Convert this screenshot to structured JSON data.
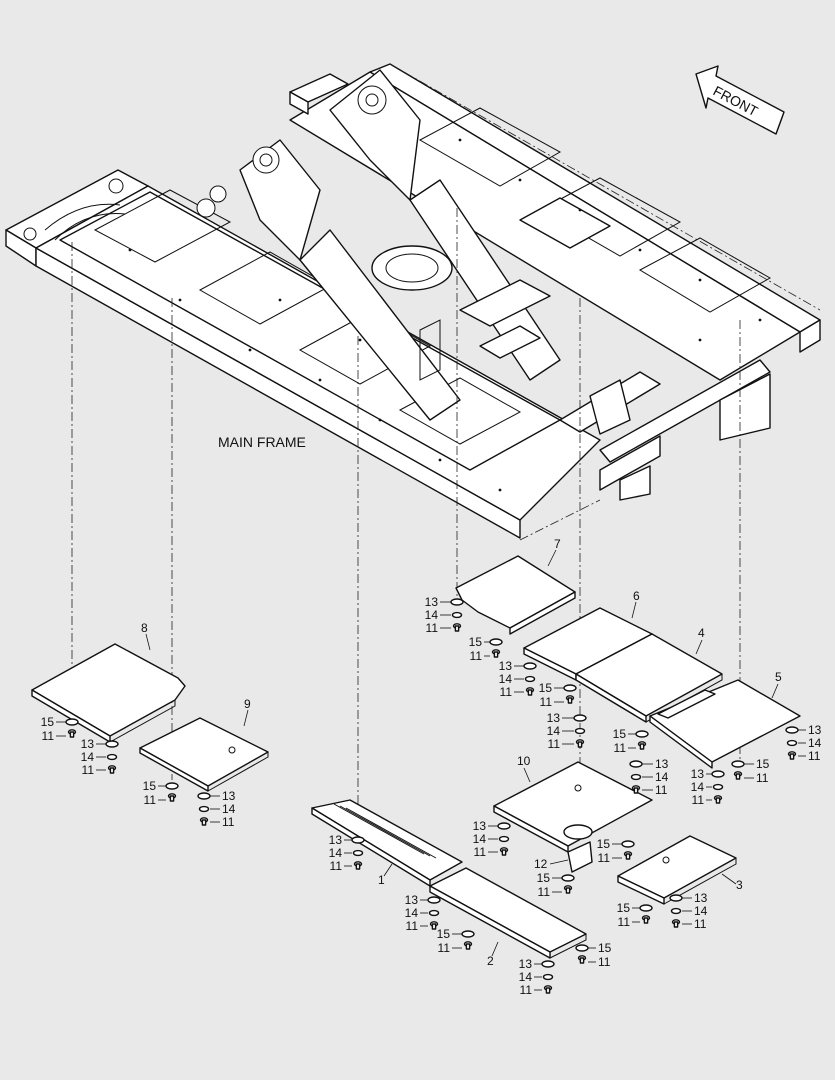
{
  "main_label": "MAIN FRAME",
  "front_label": "FRONT",
  "parts": [
    {
      "n": "1"
    },
    {
      "n": "2"
    },
    {
      "n": "3"
    },
    {
      "n": "4"
    },
    {
      "n": "5"
    },
    {
      "n": "6"
    },
    {
      "n": "7"
    },
    {
      "n": "8"
    },
    {
      "n": "9"
    },
    {
      "n": "10"
    },
    {
      "n": "12"
    }
  ],
  "hardware": {
    "a": "13",
    "b": "14",
    "c": "11",
    "d": "15"
  }
}
